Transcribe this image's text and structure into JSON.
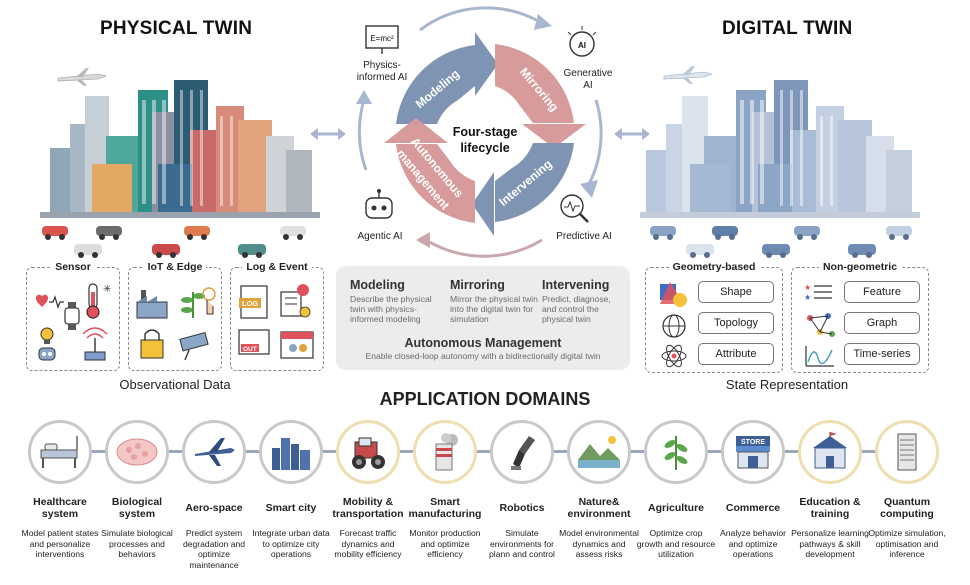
{
  "physical": {
    "title": "PHYSICAL TWIN",
    "caption": "Observational Data",
    "panels": [
      {
        "title": "Sensor"
      },
      {
        "title": "IoT & Edge"
      },
      {
        "title": "Log & Event"
      }
    ],
    "icon_text": {
      "log": "LOG",
      "out": "OUT"
    }
  },
  "digital": {
    "title": "DIGITAL TWIN",
    "caption": "State Representation",
    "geometry": {
      "title": "Geometry-based",
      "items": [
        "Shape",
        "Topology",
        "Attribute"
      ]
    },
    "nongeo": {
      "title": "Non-geometric",
      "items": [
        "Feature",
        "Graph",
        "Time-series"
      ]
    }
  },
  "lifecycle": {
    "center": [
      "Four-stage",
      "lifecycle"
    ],
    "segments": [
      "Modeling",
      "Mirroring",
      "Intervening",
      "Autonomous",
      "management"
    ],
    "ai": {
      "physics": [
        "Physics-",
        "informed AI"
      ],
      "physics_formula": "E=mc²",
      "generative": [
        "Generative",
        "AI"
      ],
      "generative_badge": "AI",
      "agentic": "Agentic AI",
      "predictive": "Predictive AI"
    },
    "colors": {
      "blue": "#7f93b3",
      "pink": "#d79b9b",
      "arrow": "#a9b6d0"
    }
  },
  "stages": {
    "modeling": {
      "title": "Modeling",
      "desc": "Describe the physical twin with physics-informed modeling"
    },
    "mirroring": {
      "title": "Mirroring",
      "desc": "Mirror the physical twin into the digital twin for simulation"
    },
    "intervening": {
      "title": "Intervening",
      "desc": "Predict, diagnose, and control the physical twin"
    },
    "autonomous": {
      "title": "Autonomous Management",
      "desc": "Enable closed-loop autonomy with a bidirectionally digital twin"
    }
  },
  "applications": {
    "title": "APPLICATION DOMAINS",
    "store_sign": "STORE",
    "domains": [
      {
        "name": "Healthcare system",
        "desc": "Model patient states and personalize interventions"
      },
      {
        "name": "Biological system",
        "desc": "Simulate biological processes and behaviors"
      },
      {
        "name": "Aero-space",
        "desc": "Predict system degradation and optimize maintenance"
      },
      {
        "name": "Smart city",
        "desc": "Integrate urban data to optimize city operations"
      },
      {
        "name": "Mobility & transportation",
        "desc": "Forecast traffic dynamics and mobility efficiency"
      },
      {
        "name": "Smart manufacturing",
        "desc": "Monitor production and optimize efficiency"
      },
      {
        "name": "Robotics",
        "desc": "Simulate environments for plann and control"
      },
      {
        "name": "Nature& environment",
        "desc": "Model environmental dynamics and assess risks"
      },
      {
        "name": "Agriculture",
        "desc": "Optimize crop growth and resource utilization"
      },
      {
        "name": "Commerce",
        "desc": "Analyze behavior and optimize operations"
      },
      {
        "name": "Education & training",
        "desc": "Personalize learning pathways & skill development"
      },
      {
        "name": "Quantum computing",
        "desc": "Optimize simulation, optimisation and inference"
      }
    ]
  }
}
